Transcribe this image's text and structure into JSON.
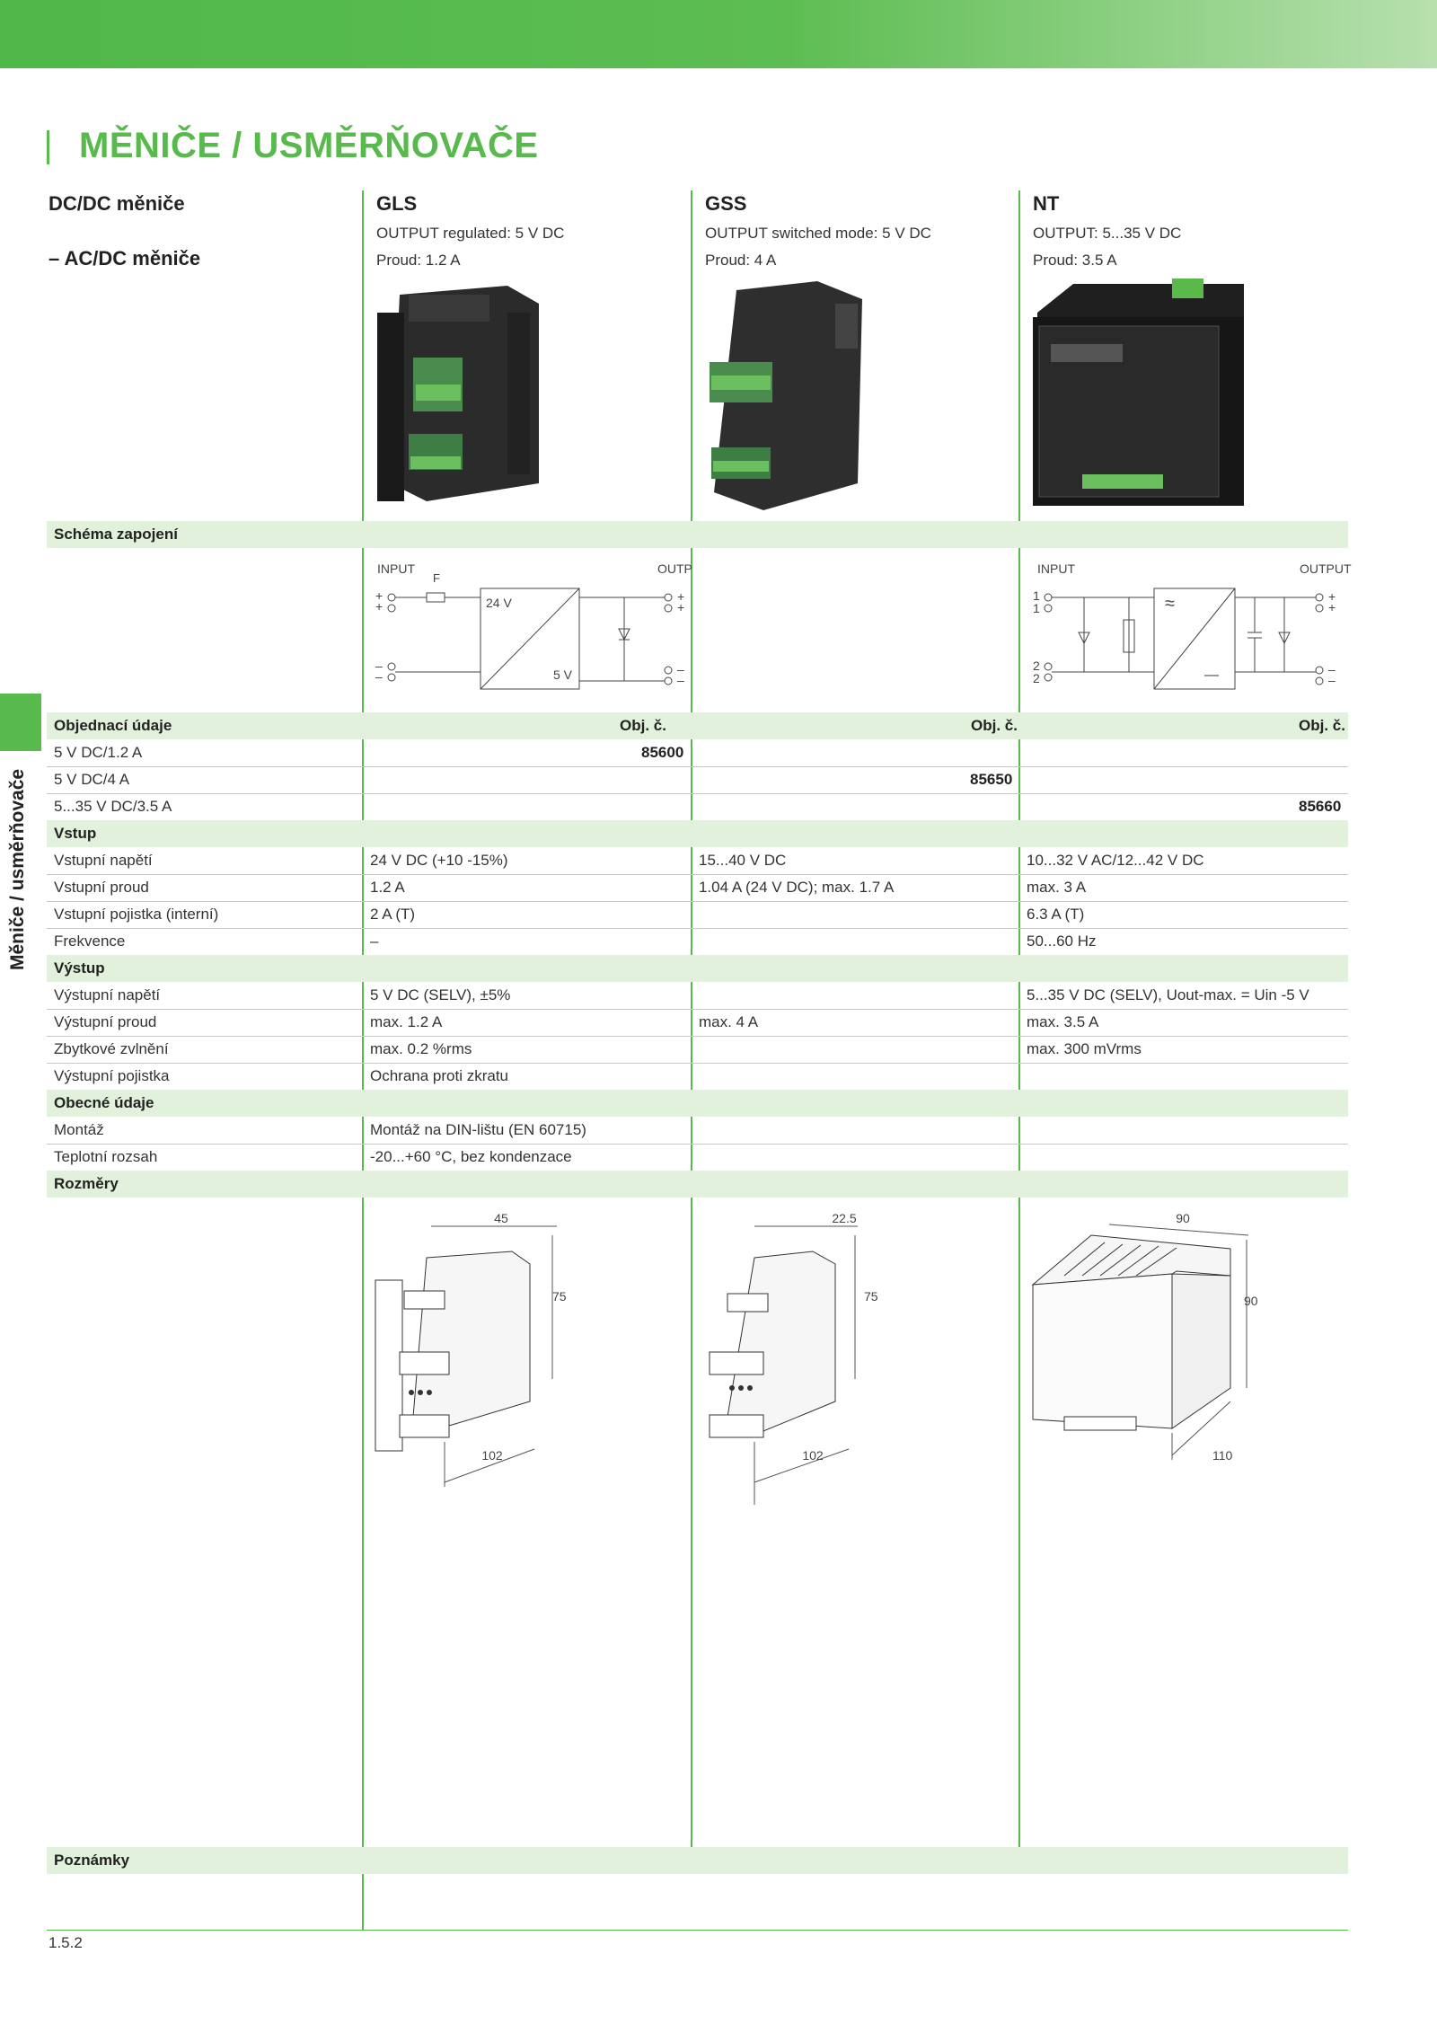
{
  "header": {
    "title": "MĚNIČE / USMĚRŇOVAČE"
  },
  "category": {
    "line1": "DC/DC měniče",
    "line2": "– AC/DC měniče"
  },
  "side_label": "Měniče / usměrňovače",
  "products": [
    {
      "name": "GLS",
      "line1": "OUTPUT regulated: 5 V DC",
      "line2": "Proud: 1.2 A"
    },
    {
      "name": "GSS",
      "line1": "OUTPUT switched mode: 5 V DC",
      "line2": "Proud: 4 A"
    },
    {
      "name": "NT",
      "line1": "OUTPUT: 5...35 V DC",
      "line2": "Proud: 3.5 A"
    }
  ],
  "schema": {
    "section_title": "Schéma zapojení",
    "gls": {
      "input": "INPUT",
      "output": "OUTPUT",
      "fuse": "F",
      "v_in": "24 V",
      "v_out": "5 V",
      "plus": "+",
      "minus": "–"
    },
    "nt": {
      "input": "INPUT",
      "output": "OUTPUT",
      "pin1": "1",
      "pin2": "2",
      "ac": "≈",
      "dc": "—",
      "plus": "+",
      "minus": "–"
    }
  },
  "ordering": {
    "section_title": "Objednací údaje",
    "col_header": "Obj. č.",
    "rows": [
      {
        "label": "5 V DC/1.2 A",
        "gls": "85600"
      },
      {
        "label": "5 V DC/4 A",
        "gss": "85650"
      },
      {
        "label": "5...35 V DC/3.5 A",
        "nt": "85660"
      }
    ]
  },
  "input_section": {
    "title": "Vstup",
    "rows": [
      {
        "label": "Vstupní napětí",
        "gls": "24 V DC (+10 -15%)",
        "gss": "15...40 V DC",
        "nt": "10...32 V AC/12...42 V DC"
      },
      {
        "label": "Vstupní proud",
        "gls": "1.2 A",
        "gss": "1.04 A (24 V DC); max. 1.7 A",
        "nt": "max. 3 A"
      },
      {
        "label": "Vstupní pojistka (interní)",
        "gls": "2 A (T)",
        "nt": "6.3 A (T)"
      },
      {
        "label": "Frekvence",
        "gls": "–",
        "nt": "50...60 Hz"
      }
    ]
  },
  "output_section": {
    "title": "Výstup",
    "rows": [
      {
        "label": "Výstupní napětí",
        "gls": "5 V DC (SELV), ±5%",
        "nt": "5...35 V DC (SELV), Uout-max. = Uin -5 V"
      },
      {
        "label": "Výstupní proud",
        "gls": "max. 1.2 A",
        "gss": "max. 4 A",
        "nt": "max. 3.5 A"
      },
      {
        "label": "Zbytkové zvlnění",
        "gls": "max. 0.2 %rms",
        "nt": "max. 300 mVrms"
      },
      {
        "label": "Výstupní pojistka",
        "gls": "Ochrana proti zkratu"
      }
    ]
  },
  "general_section": {
    "title": "Obecné údaje",
    "rows": [
      {
        "label": "Montáž",
        "gls": "Montáž na DIN-lištu (EN 60715)"
      },
      {
        "label": "Teplotní rozsah",
        "gls": "-20...+60 °C, bez kondenzace"
      }
    ]
  },
  "dimensions": {
    "title": "Rozměry",
    "gls": {
      "width": "45",
      "height": "75",
      "depth": "102"
    },
    "gss": {
      "width": "22.5",
      "height": "75",
      "depth": "102"
    },
    "nt": {
      "width": "90",
      "height": "90",
      "depth": "110"
    }
  },
  "notes": {
    "title": "Poznámky"
  },
  "footer": {
    "page": "1.5.2"
  },
  "colors": {
    "brand_green": "#58b94c",
    "band": "#e1f1db"
  }
}
